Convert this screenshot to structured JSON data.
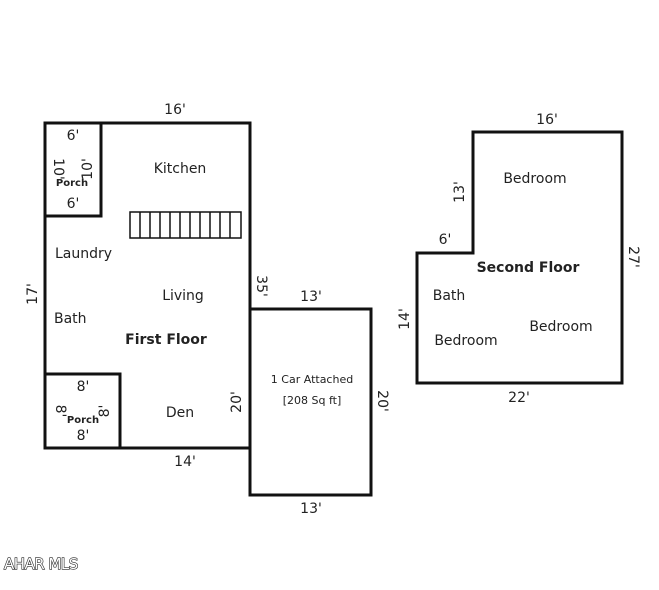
{
  "first_floor": {
    "title": "First Floor",
    "rooms": {
      "kitchen": "Kitchen",
      "laundry": "Laundry",
      "living": "Living",
      "bath": "Bath",
      "den": "Den"
    },
    "dims": {
      "top": "16'",
      "left": "17'",
      "right": "35'",
      "den_right": "20'",
      "bottom": "14'"
    },
    "porch_top": {
      "label": "Porch",
      "top": "6'",
      "bottom": "6'",
      "left": "10'",
      "right": "10'"
    },
    "porch_bottom": {
      "label": "Porch",
      "top": "8'",
      "bottom": "8'",
      "left": "8'",
      "right": "8'"
    }
  },
  "garage": {
    "label": "1 Car Attached",
    "area": "[208 Sq ft]",
    "top": "13'",
    "bottom": "13'",
    "right": "20'"
  },
  "second_floor": {
    "title": "Second Floor",
    "rooms": {
      "bedroom_top": "Bedroom",
      "bath": "Bath",
      "bedroom_left": "Bedroom",
      "bedroom_right": "Bedroom"
    },
    "dims": {
      "top": "16'",
      "right": "27'",
      "bottom": "22'",
      "left": "14'",
      "step_top": "6'",
      "step_side": "13'"
    }
  },
  "watermark": "AHAR MLS"
}
